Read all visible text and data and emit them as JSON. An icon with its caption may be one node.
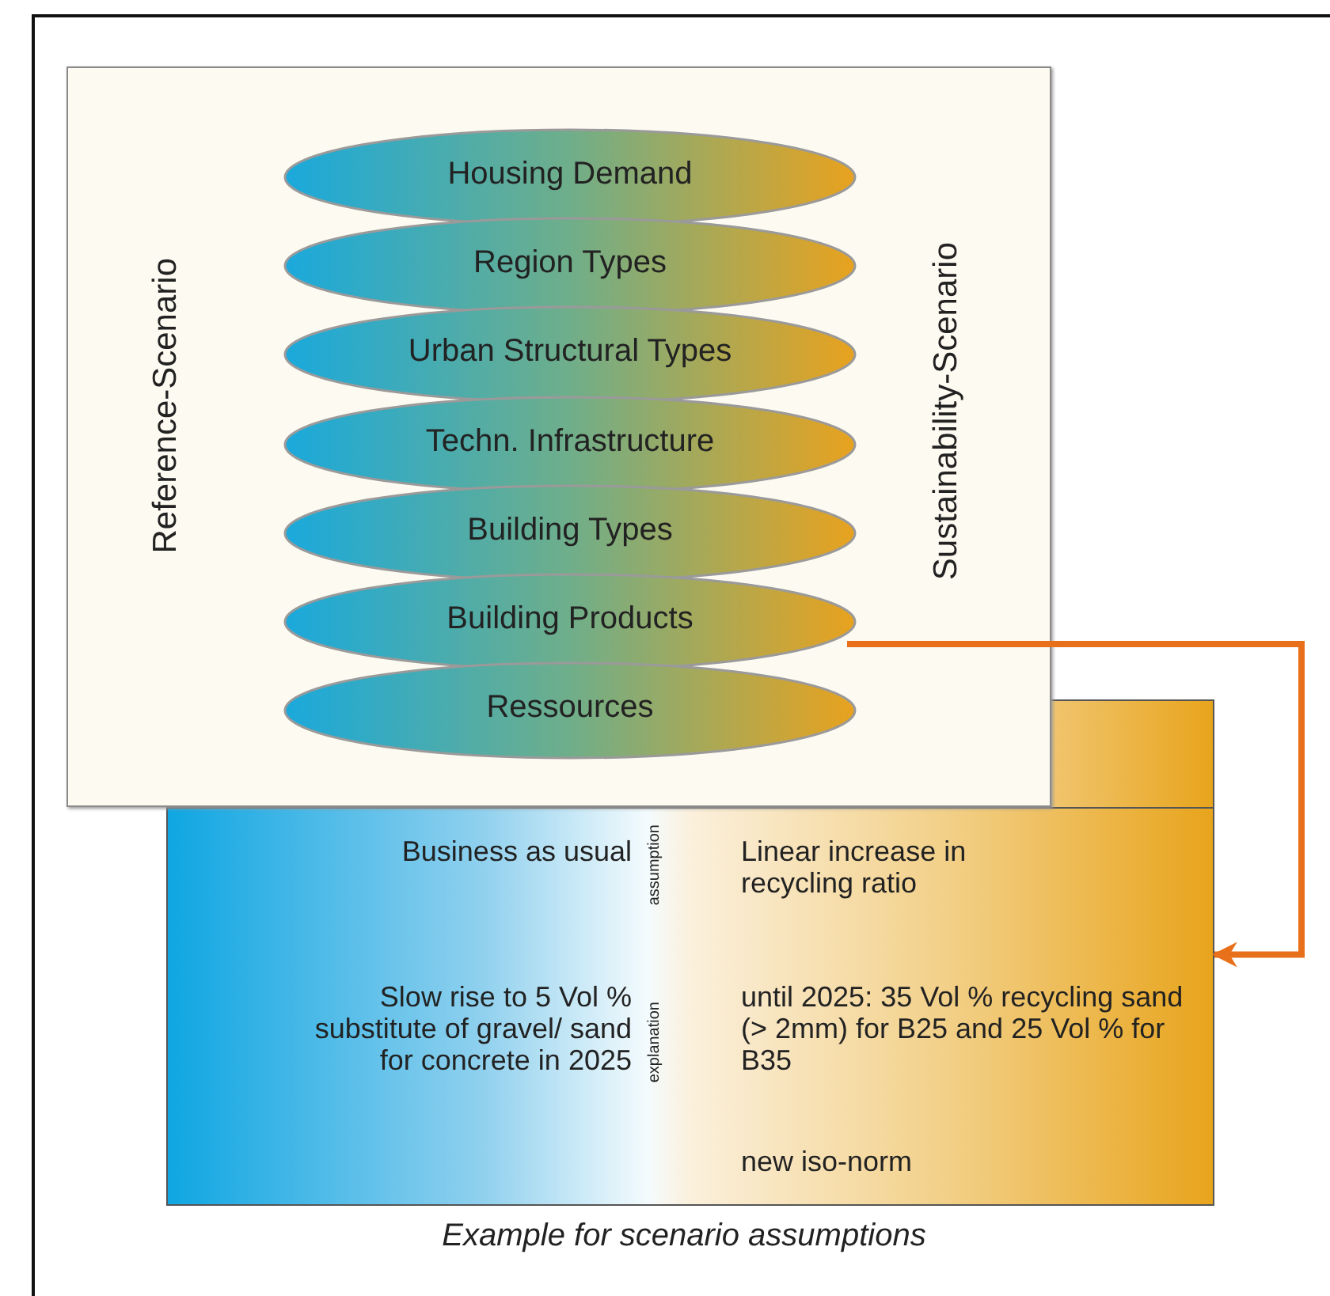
{
  "diagram": {
    "caption": "Example for scenario assumptions",
    "nodes": [
      {
        "text": [
          "Reference-Scenario",
          "Sustainability-Scenario"
        ]
      },
      {
        "text": [
          "Housing Demand"
        ],
        "in": 0
      },
      {
        "text": [
          "Region Types"
        ],
        "in": 0
      },
      {
        "text": [
          "Urban Structural Types"
        ],
        "in": 0
      },
      {
        "text": [
          "Techn. Infrastructure"
        ],
        "in": 0
      },
      {
        "text": [
          "Building Types"
        ],
        "in": 0
      },
      {
        "text": [
          "Building Products"
        ],
        "in": 0
      },
      {
        "text": [
          "Ressources"
        ],
        "in": 0
      },
      {
        "text": [
          "Business as usual",
          "assumption",
          "Linear increase in recycling ratio",
          "Slow rise to 5 Vol % substitute of gravel/ sand for concrete in 2025",
          "explanation",
          "until 2025: 35 Vol % recycling sand (> 2mm) for B25 and 25 Vol % for B35",
          "new iso-norm"
        ]
      }
    ],
    "edges": [
      {
        "from": 6,
        "to": 8,
        "arrow": "to"
      }
    ]
  }
}
